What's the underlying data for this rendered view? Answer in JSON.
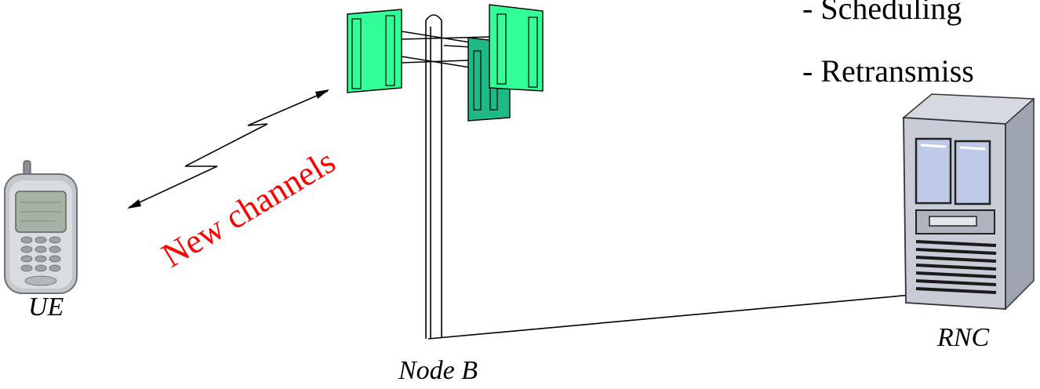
{
  "labels": {
    "ue": "UE",
    "node_b": "Node B",
    "rnc": "RNC"
  },
  "link_text": "New channels",
  "bullets": [
    "- Scheduling",
    "- Retransmiss"
  ],
  "colors": {
    "panel_light": "#33FF99",
    "panel_dark": "#1FB987",
    "link_text": "#FF0000",
    "server_body": "#C8CCD6",
    "server_screen": "#BFC9E8"
  },
  "icons": {
    "ue": "mobile-phone-icon",
    "rnc": "server-tower-icon",
    "node_b": "antenna-mast-icon"
  }
}
